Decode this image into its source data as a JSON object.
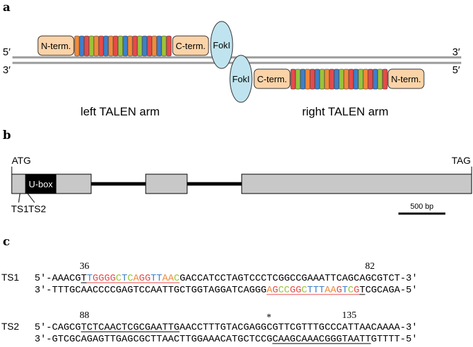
{
  "panel_a": {
    "label": "a",
    "strand_top": {
      "left": "5′",
      "right": "3′"
    },
    "strand_bottom": {
      "left": "3′",
      "right": "5′"
    },
    "left_arm": {
      "n_term": "N-term.",
      "c_term": "C-term.",
      "fokI": "FokI",
      "repeat_colors": [
        "#f08a3c",
        "#3f7fc8",
        "#e54b4b",
        "#9ac43c",
        "#f08a3c",
        "#e54b4b",
        "#3f7fc8",
        "#f08a3c",
        "#e54b4b",
        "#9ac43c",
        "#3f7fc8",
        "#f08a3c",
        "#e54b4b",
        "#9ac43c",
        "#3f7fc8",
        "#e54b4b",
        "#f08a3c",
        "#3f7fc8",
        "#9ac43c",
        "#e54b4b"
      ],
      "caption": "left TALEN arm"
    },
    "right_arm": {
      "n_term": "N-term.",
      "c_term": "C-term.",
      "fokI": "FokI",
      "repeat_colors": [
        "#e54b4b",
        "#9ac43c",
        "#3f7fc8",
        "#f08a3c",
        "#e54b4b",
        "#3f7fc8",
        "#9ac43c",
        "#f08a3c",
        "#e54b4b",
        "#3f7fc8",
        "#9ac43c",
        "#f08a3c",
        "#e54b4b",
        "#3f7fc8",
        "#9ac43c",
        "#f08a3c",
        "#e54b4b",
        "#3f7fc8",
        "#9ac43c",
        "#e54b4b"
      ],
      "caption": "right TALEN arm"
    }
  },
  "panel_b": {
    "label": "b",
    "start": "ATG",
    "stop": "TAG",
    "domain": "U-box",
    "sites": [
      "TS1",
      "TS2"
    ],
    "scale": "500 bp",
    "exon_color": "#c8c8c8",
    "domain_color": "#000000"
  },
  "panel_c": {
    "label": "c",
    "colors": {
      "T": "#3f7fc8",
      "G": "#e54b4b",
      "C": "#9ac43c",
      "A": "#f08a3c",
      "plain": "#000000"
    },
    "rows": [
      {
        "name": "TS1",
        "top": {
          "prefix": "5′-AAACG",
          "segments": [
            {
              "text": "T",
              "color": "plain",
              "underline": true
            },
            {
              "text": "TGGGG",
              "color": "colored",
              "underline": true
            },
            {
              "text": "CTCAGG",
              "color": "colored",
              "underline": true
            },
            {
              "text": "TTAAC",
              "color": "colored",
              "underline": true
            },
            {
              "text": "GACCATCCTAGTCCCTCGGCCGAAATTCAGCAGCGTCT",
              "color": "plain",
              "underline": false
            }
          ],
          "suffix": "-3′",
          "pos_left": "36",
          "pos_right": "82"
        },
        "bottom": {
          "prefix": "3′-TTTGCAACCCCGAGTCCAATTGCTGGTAGGATCAGGG",
          "segments": [
            {
              "text": "AGCCGGCTTTAAGTCG",
              "color": "colored",
              "underline": true
            },
            {
              "text": "T",
              "color": "plain",
              "underline": true
            }
          ],
          "suffix": "CGCAGA-5′"
        }
      },
      {
        "name": "TS2",
        "top": {
          "prefix": "5′-CAGCG",
          "segments": [
            {
              "text": "TCTCAACTCGCGAATTG",
              "color": "plain",
              "underline": true
            }
          ],
          "suffix": "AACCTTTGTACGAGGCGTTCGTTTGCCCATTAACAAAA-3′",
          "pos_left": "88",
          "pos_right": "135",
          "marker": "*"
        },
        "bottom": {
          "prefix": "3′-GTCGCAGAGTTGAGCGCTTAACTTGGAAACATGCTCCG",
          "segments": [
            {
              "text": "CAAGCAAACGGGTAATT",
              "color": "plain",
              "underline": true
            }
          ],
          "suffix": "GTTTT-5′"
        }
      }
    ]
  }
}
